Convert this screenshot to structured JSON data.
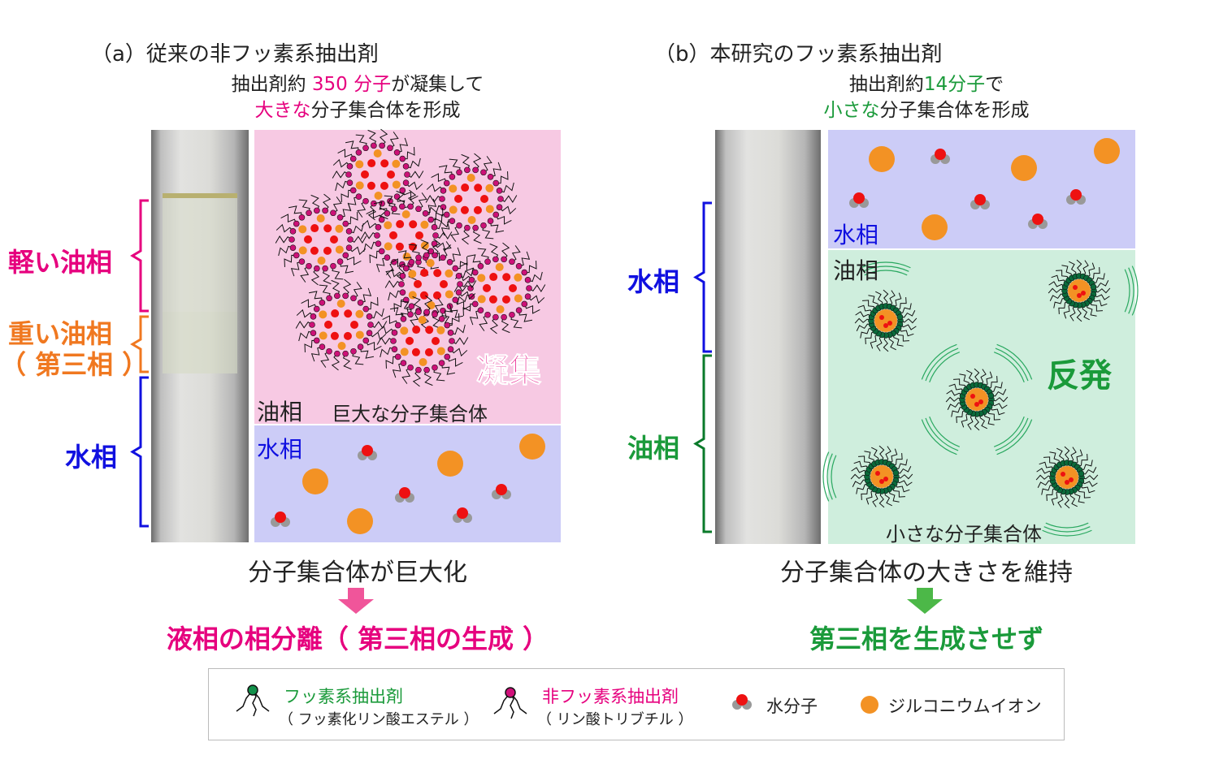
{
  "panel_a": {
    "title": "（a）従来の非フッ素系抽出剤",
    "subtitle_line1_pre": "抽出剤約 ",
    "subtitle_line1_hl": "350 分子",
    "subtitle_line1_post": "が凝集して",
    "subtitle_line2_hl": "大きな",
    "subtitle_line2_post": "分子集合体を形成",
    "label_light_oil": "軽い油相",
    "label_heavy_oil": "重い油相",
    "label_third_phase": "（ 第三相 ）",
    "label_water": "水相",
    "panel_word": "凝集",
    "oil_label": "油相",
    "aggregate_label": "巨大な分子集合体",
    "water_panel_label": "水相",
    "result": "分子集合体が巨大化",
    "conclusion": "液相の相分離（ 第三相の生成 ）"
  },
  "panel_b": {
    "title": "（b）本研究のフッ素系抽出剤",
    "subtitle_line1_pre": "抽出剤約",
    "subtitle_line1_hl": "14分子",
    "subtitle_line1_post": "で",
    "subtitle_line2_hl": "小さな",
    "subtitle_line2_post": "分子集合体を形成",
    "label_water": "水相",
    "label_oil": "油相",
    "water_panel_label": "水相",
    "oil_panel_label": "油相",
    "panel_word": "反発",
    "aggregate_label": "小さな分子集合体",
    "result": "分子集合体の大きさを維持",
    "conclusion": "第三相を生成させず"
  },
  "legend": {
    "fluoro_name": "フッ素系抽出剤",
    "fluoro_detail": "（ フッ素化リン酸エステル ）",
    "nonfluoro_name": "非フッ素系抽出剤",
    "nonfluoro_detail": "（ リン酸トリブチル ）",
    "water": "水分子",
    "zirconium": "ジルコニウムイオン"
  },
  "colors": {
    "pink": "#e6007e",
    "green": "#1a9a3a",
    "blue": "#1010e0",
    "orange": "#f07820",
    "zr": "#f39224",
    "water_red": "#ee1111"
  }
}
